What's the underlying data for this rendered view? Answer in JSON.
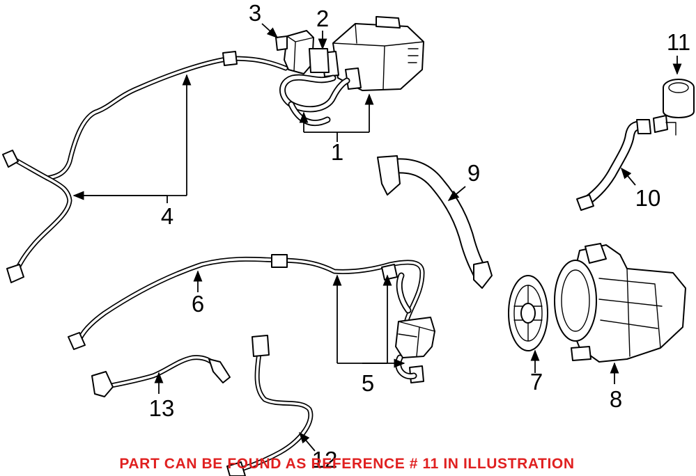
{
  "callouts": {
    "c1": "1",
    "c2": "2",
    "c3": "3",
    "c4": "4",
    "c5": "5",
    "c6": "6",
    "c7": "7",
    "c8": "8",
    "c9": "9",
    "c10": "10",
    "c11": "11",
    "c12": "12",
    "c13": "13"
  },
  "notice": {
    "text": "PART CAN BE FOUND AS REFERENCE # 11 IN ILLUSTRATION",
    "color": "#e02020"
  }
}
